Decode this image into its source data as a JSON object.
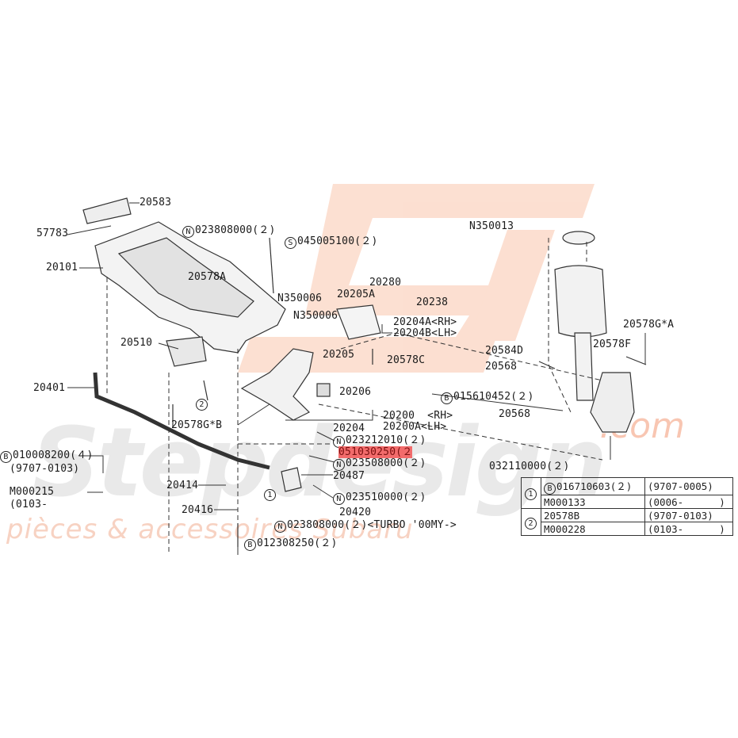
{
  "watermark": {
    "brand": "Stepdesign",
    "domain": ".com",
    "tagline": "pièces & accessoires Subaru"
  },
  "labels": {
    "p20583": "20583",
    "p57783": "57783",
    "p20101": "20101",
    "n023808000a": "023808000(２)",
    "s045005100": "045005100(２)",
    "p20578a": "20578A",
    "n350006a": "N350006",
    "n350006b": "N350006",
    "p20510": "20510",
    "p20401": "20401",
    "p20578gb": "20578G*B",
    "b010008200": "010008200(４)",
    "r97070103a": "(9707-0103)",
    "m000215": "M000215",
    "r0103a": "(0103-",
    "p20414": "20414",
    "p20416": "20416",
    "n023808000b": "023808000(２)<TURBO '00MY->",
    "b012308250": "012308250(２)",
    "p20280": "20280",
    "p20205a": "20205A",
    "p20238": "20238",
    "p20204a": "20204A<RH>",
    "p20204b": "20204B<LH>",
    "p20205": "20205",
    "p20578c": "20578C",
    "p20206": "20206",
    "p20204": "20204",
    "p20200": "20200  <RH>",
    "p20200a": "20200A<LH>",
    "n023212010": "023212010(２)",
    "p051030250": "051030250(２",
    "n023508000": "023508000(２)",
    "p20487": "20487",
    "n023510000": "023510000(２)",
    "p20420": "20420",
    "n350013": "N350013",
    "p20578ga": "20578G*A",
    "p20584d": "20584D",
    "p20578f": "20578F",
    "p20568a": "20568",
    "b015610452": "015610452(２)",
    "p20568b": "20568",
    "p032110000": "032110000(２)",
    "call1": "1",
    "call2": "2"
  },
  "prefix": {
    "N": "N",
    "S": "S",
    "B": "B"
  },
  "table": {
    "rows": [
      {
        "ref": "1",
        "code_prefix": "B",
        "code": "016710603(２)",
        "range": "(9707-0005)"
      },
      {
        "ref": "",
        "code_prefix": "",
        "code": "M000133",
        "range": "(0006-      )"
      },
      {
        "ref": "2",
        "code_prefix": "",
        "code": "20578B",
        "range": "(9707-0103)"
      },
      {
        "ref": "",
        "code_prefix": "",
        "code": "M000228",
        "range": "(0103-      )"
      }
    ]
  }
}
